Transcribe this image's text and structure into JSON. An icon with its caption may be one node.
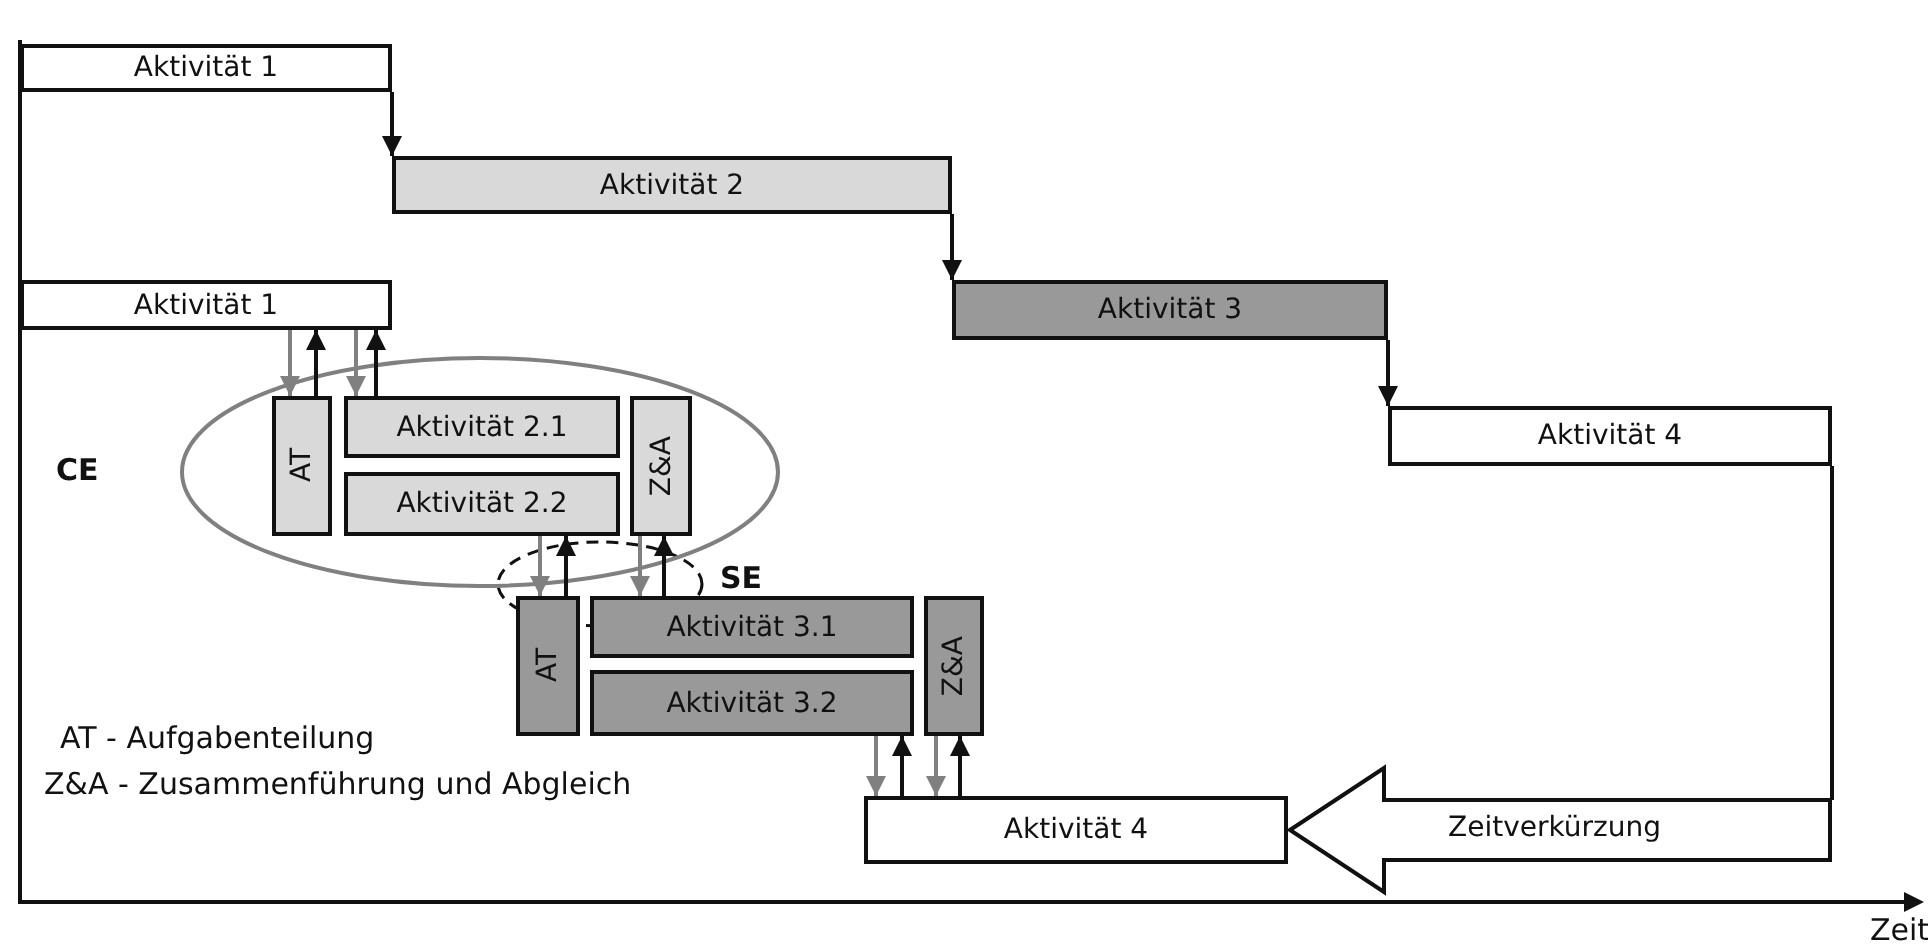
{
  "diagram": {
    "nodes": [
      {
        "text": [
          "Aktivität 1"
        ]
      },
      {
        "text": [
          "Aktivität 2"
        ]
      },
      {
        "text": [
          "Aktivität 3"
        ]
      },
      {
        "text": [
          "Aktivität 4"
        ]
      },
      {
        "text": [
          "Aktivität 1"
        ]
      },
      {
        "text": [
          "CE"
        ]
      },
      {
        "text": [
          "AT"
        ],
        "in": 5
      },
      {
        "text": [
          "Aktivität 2.1"
        ],
        "in": 5
      },
      {
        "text": [
          "Aktivität 2.2"
        ],
        "in": 5
      },
      {
        "text": [
          "Z&A"
        ],
        "in": 5
      },
      {
        "text": [
          "AT"
        ]
      },
      {
        "text": [
          "Aktivität 3.1"
        ]
      },
      {
        "text": [
          "Aktivität 3.2"
        ]
      },
      {
        "text": [
          "Z&A"
        ]
      },
      {
        "text": [
          "Aktivität 4"
        ]
      },
      {
        "text": [
          "Zeitverkürzung"
        ]
      }
    ],
    "edges": [
      {
        "from": 0,
        "to": 1,
        "arrow": "to"
      },
      {
        "from": 1,
        "to": 2,
        "arrow": "to"
      },
      {
        "from": 2,
        "to": 3,
        "arrow": "to"
      },
      {
        "from": 3,
        "to": 15,
        "arrow": "none"
      },
      {
        "from": 4,
        "to": 6,
        "arrow": "to",
        "color": "#808080"
      },
      {
        "from": 6,
        "to": 4,
        "arrow": "to"
      },
      {
        "from": 4,
        "to": 7,
        "arrow": "to",
        "color": "#808080"
      },
      {
        "from": 7,
        "to": 4,
        "arrow": "to"
      },
      {
        "from": 8,
        "to": 10,
        "arrow": "to",
        "color": "#808080"
      },
      {
        "from": 10,
        "to": 8,
        "arrow": "to"
      },
      {
        "from": 9,
        "to": 11,
        "arrow": "to",
        "color": "#808080"
      },
      {
        "from": 11,
        "to": 9,
        "arrow": "to"
      },
      {
        "from": 12,
        "to": 14,
        "arrow": "to",
        "color": "#808080"
      },
      {
        "from": 14,
        "to": 12,
        "arrow": "to"
      },
      {
        "from": 13,
        "to": 14,
        "arrow": "to",
        "color": "#808080"
      },
      {
        "from": 14,
        "to": 13,
        "arrow": "to"
      }
    ],
    "labels": [
      "SE",
      "AT - Aufgabenteilung",
      "Z&A - Zusammenführung und Abgleich",
      "Zeit"
    ]
  }
}
